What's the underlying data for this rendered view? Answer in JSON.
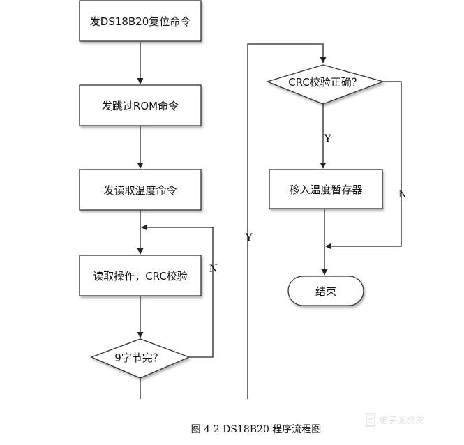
{
  "nodes": {
    "reset": "发DS18B20复位命令",
    "skip_rom": "发跳过ROM命令",
    "read_temp_cmd": "发读取温度命令",
    "read_op": "读取操作，CRC校验",
    "nine_bytes": "9字节完？",
    "crc_ok": "CRC校验正确？",
    "move_temp": "移入温度暂存器",
    "end": "结束"
  },
  "labels": {
    "left_loop_no": "N",
    "long_yes": "Y",
    "crc_yes": "Y",
    "crc_no": "N"
  },
  "caption": "图 4-2 DS18B20 程序流程图",
  "watermark": "电子发烧友"
}
